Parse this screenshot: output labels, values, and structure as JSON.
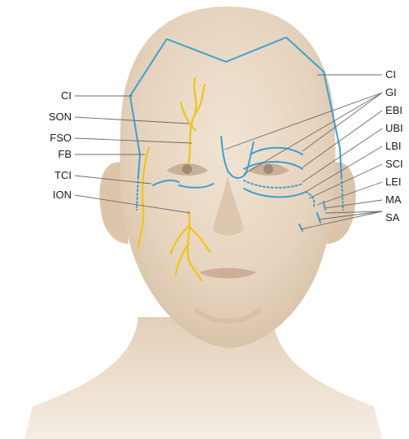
{
  "labels": {
    "left": [
      "CI",
      "SON",
      "FSO",
      "FB",
      "TCI",
      "ION"
    ],
    "right": [
      "CI",
      "GI",
      "EBI",
      "UBI",
      "LBI",
      "SCI",
      "LEI",
      "MA",
      "SA"
    ]
  },
  "colors": {
    "incision": "#3aa0d2",
    "nerve": "#f0c419",
    "skin": "#e8d8c4",
    "leader": "#6b6b6b"
  }
}
